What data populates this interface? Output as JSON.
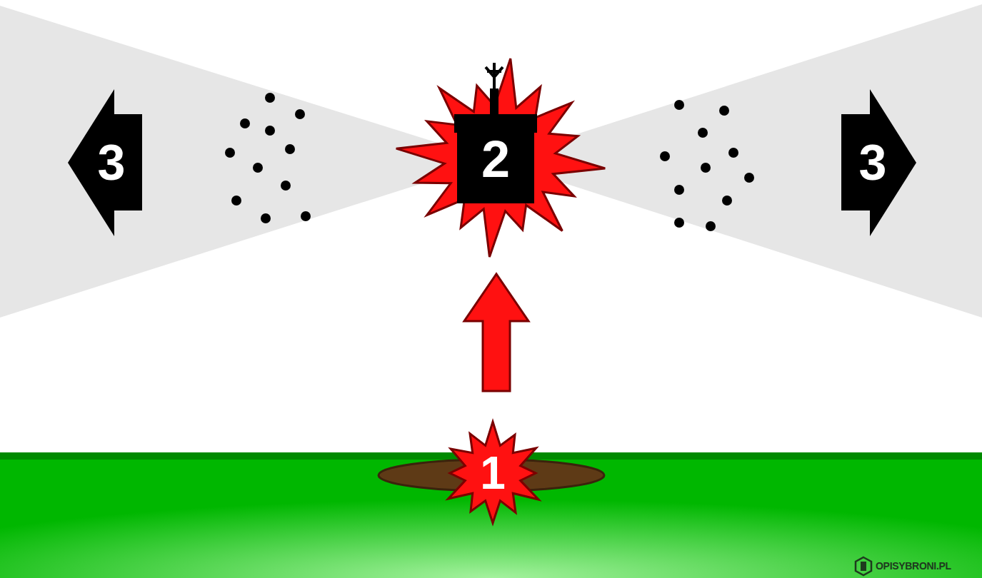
{
  "diagram": {
    "nodes": [
      {
        "text": [
          "3"
        ]
      },
      {
        "text": [
          "2"
        ]
      },
      {
        "text": [
          "3"
        ]
      },
      {
        "text": [
          "1"
        ]
      }
    ],
    "edges": [
      {
        "from": 3,
        "to": 1,
        "arrow": "to"
      }
    ],
    "labels": [
      "OPISYBRONI.PL"
    ]
  }
}
